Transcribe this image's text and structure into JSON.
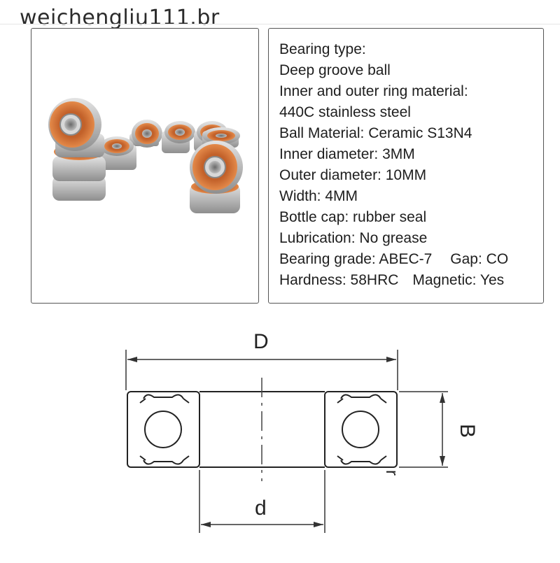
{
  "watermark": "weichengliu111.br",
  "specs": {
    "lines": [
      "Bearing type:",
      "Deep groove ball",
      "Inner and outer ring material:",
      "440C stainless steel",
      "Ball Material: Ceramic S13N4",
      "Inner diameter: 3MM",
      "Outer diameter: 10MM",
      "Width: 4MM",
      "Bottle cap: rubber seal",
      "Lubrication: No grease"
    ],
    "grade": "Bearing grade: ABEC-7",
    "gap": "Gap: CO",
    "hardness": "Hardness: 58HRC",
    "magnetic": "Magnetic: Yes"
  },
  "diagram": {
    "outer_diameter_label": "D",
    "inner_diameter_label": "d",
    "width_label": "B",
    "radius_label": "r"
  },
  "colors": {
    "seal_orange": "#d9753a",
    "steel": "#c9c9c9"
  }
}
